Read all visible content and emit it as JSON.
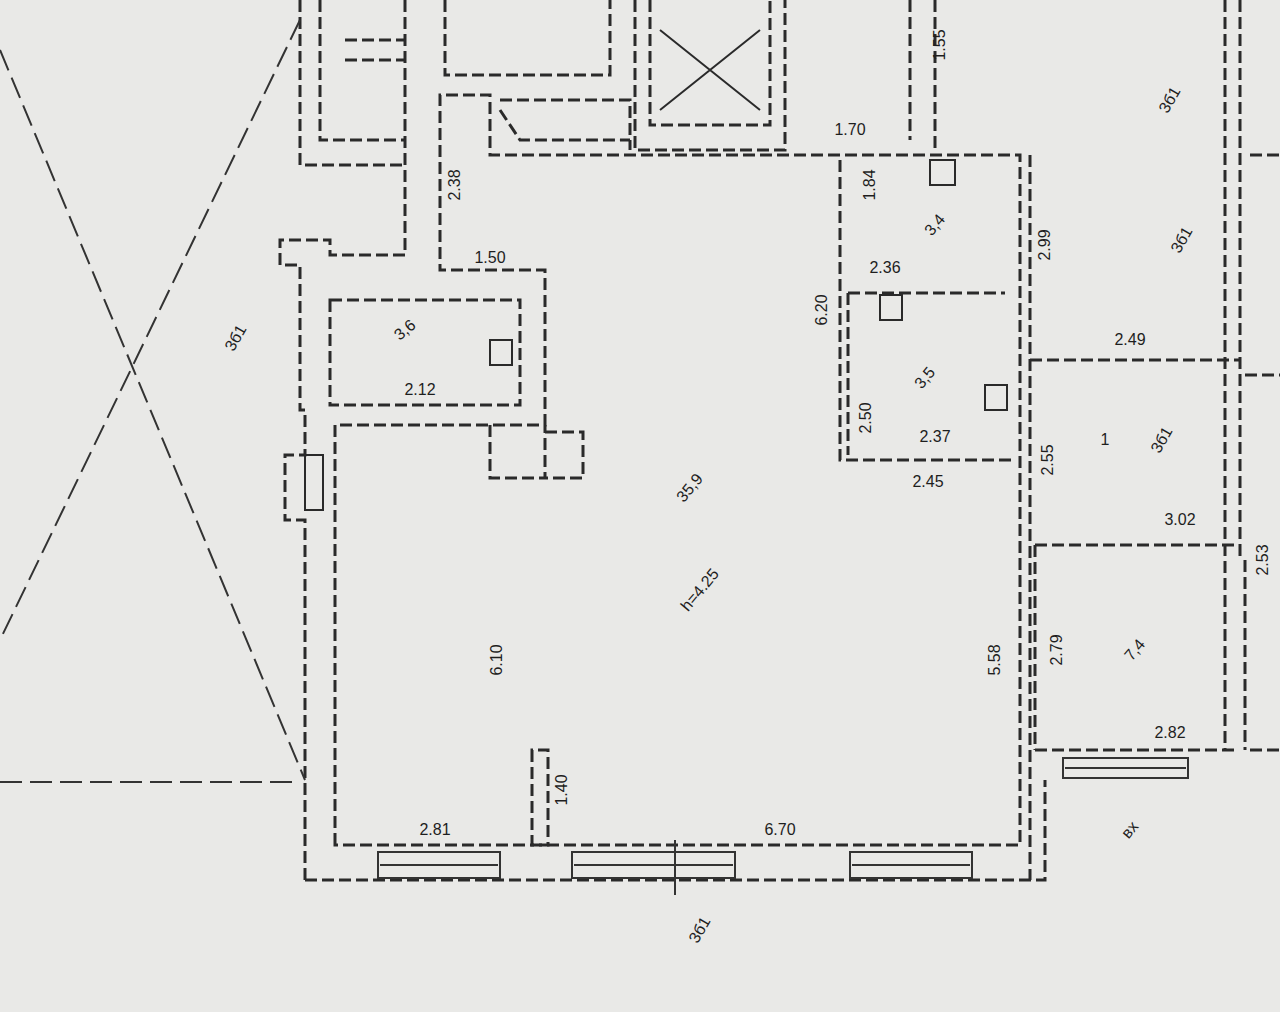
{
  "diagram": {
    "labels": [
      "1.55",
      "1.70",
      "2.38",
      "1.50",
      "1.84",
      "2.36",
      "2.99",
      "6.20",
      "2.12",
      "2.50",
      "2.37",
      "2.45",
      "2.49",
      "2.55",
      "3.02",
      "2.79",
      "2.82",
      "6.10",
      "5.58",
      "2.81",
      "6.70",
      "1.40",
      "h=4.25",
      "35,9",
      "3,6",
      "3,4",
      "3,5",
      "1",
      "7,4",
      "вх",
      "3б1",
      "3б1",
      "3б1",
      "3б1",
      "3б1",
      "2.53"
    ]
  }
}
